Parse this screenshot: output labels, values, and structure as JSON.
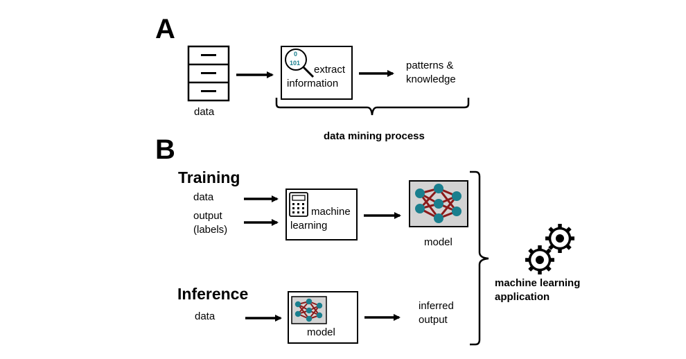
{
  "panel_a": {
    "letter": "A",
    "data_label": "data",
    "extract_label_line1": "extract",
    "extract_label_line2": "information",
    "magnifier_digits_top": "0",
    "magnifier_digits_bottom": "101",
    "patterns_line1": "patterns &",
    "patterns_line2": "knowledge",
    "process_label": "data mining process"
  },
  "panel_b": {
    "letter": "B",
    "training": {
      "title": "Training",
      "data_label": "data",
      "output_label_line1": "output",
      "output_label_line2": "(labels)",
      "ml_label_line1": "machine",
      "ml_label_line2": "learning",
      "model_label": "model"
    },
    "inference": {
      "title": "Inference",
      "data_label": "data",
      "model_label": "model",
      "inferred_line1": "inferred",
      "inferred_line2": "output"
    },
    "application_line1": "machine learning",
    "application_line2": "application"
  },
  "colors": {
    "node": "#1a7f8e",
    "edge": "#8b1a1a",
    "model_bg": "#d3d3d3",
    "digits": "#1a7f8e"
  }
}
